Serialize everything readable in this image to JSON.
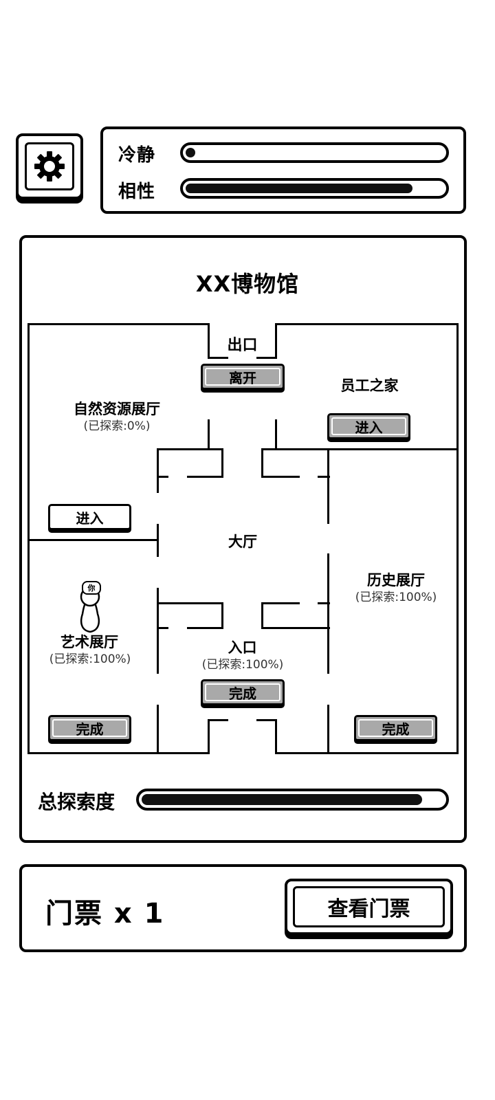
{
  "stats": {
    "calm": {
      "label": "冷静",
      "level": 0.02
    },
    "affinity": {
      "label": "相性",
      "level": 0.88
    }
  },
  "museum": {
    "title": "XX博物馆",
    "exit": {
      "label": "出口",
      "button": "离开"
    },
    "staff_home": {
      "label": "员工之家",
      "button": "进入"
    },
    "nature_hall": {
      "label": "自然资源展厅",
      "progress": "(已探索:0%)",
      "button": "进入"
    },
    "lobby": {
      "label": "大厅"
    },
    "history_hall": {
      "label": "历史展厅",
      "progress": "(已探索:100%)",
      "button": "完成"
    },
    "art_hall": {
      "label": "艺术展厅",
      "progress": "(已探索:100%)",
      "button": "完成"
    },
    "entrance": {
      "label": "入口",
      "progress": "(已探索:100%)",
      "button": "完成"
    },
    "player_marker": "你"
  },
  "total": {
    "label": "总探索度",
    "level": 0.93
  },
  "ticket": {
    "count_text": "门票 x 1",
    "view_button": "查看门票"
  },
  "colors": {
    "button_gray": "#a9a9a9",
    "ink": "#000000"
  }
}
